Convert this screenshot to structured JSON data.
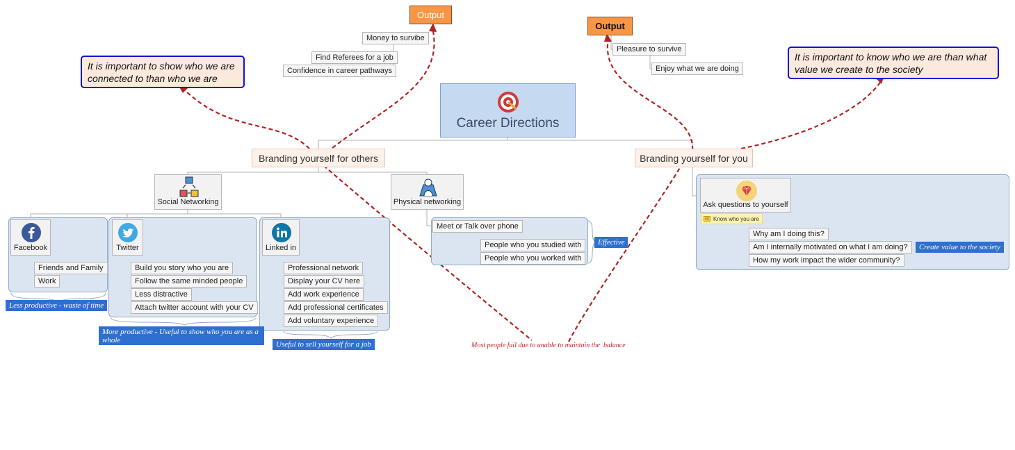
{
  "central": {
    "title": "Career Directions"
  },
  "left": {
    "branch": "Branding yourself for others",
    "output_label": "Output",
    "outputs": [
      "Money to survibe",
      "Find Referees for a job",
      "Confidence in career pathways"
    ],
    "callout": "It is important to show who we are connected to than who we are",
    "social": {
      "label": "Social Networking",
      "facebook": {
        "label": "Facebook",
        "items": [
          "Friends and Family",
          "Work"
        ],
        "summary": "Less productive - waste of time"
      },
      "twitter": {
        "label": "Twitter",
        "items": [
          "Build you story who you are",
          "Follow the same minded people",
          "Less distractive",
          "Attach twitter account with your CV"
        ],
        "summary": "More productive - Useful to show who you are as a whole"
      },
      "linkedin": {
        "label": "Linked in",
        "items": [
          "Professional network",
          "Display your CV here",
          "Add work experience",
          "Add professional certificates",
          "Add voluntary experience"
        ],
        "summary": "Useful to sell yourself for a job"
      }
    },
    "physical": {
      "label": "Physical networking",
      "meet": "Meet or Talk over phone",
      "items": [
        "People who you studied with",
        "People who you worked with"
      ],
      "summary": "Effective"
    }
  },
  "right": {
    "branch": "Branding yourself for you",
    "output_label": "Output",
    "outputs": [
      "Pleasure to survive",
      "Enjoy what we are doing"
    ],
    "callout": "It is important to know who we are than what value we create to the society",
    "ask": {
      "label": "Ask questions to yourself",
      "note": "Know who you are",
      "items": [
        "Why am I doing this?",
        "Am I internally motivated on what I am doing?",
        "How my work impact the wider community?"
      ],
      "summary": "Create value to the society"
    }
  },
  "balance_note": "Most people fail due to unable to maintain the  balance",
  "colors": {
    "summary": "#2f6fd0",
    "output": "#f79646",
    "callout_border": "#1010d0",
    "arrow": "#b22222",
    "central": "#c5d9f1"
  },
  "icons": [
    "target-icon",
    "network-icon",
    "presenter-icon",
    "facebook-icon",
    "twitter-icon",
    "linkedin-icon",
    "gem-icon",
    "note-icon"
  ]
}
